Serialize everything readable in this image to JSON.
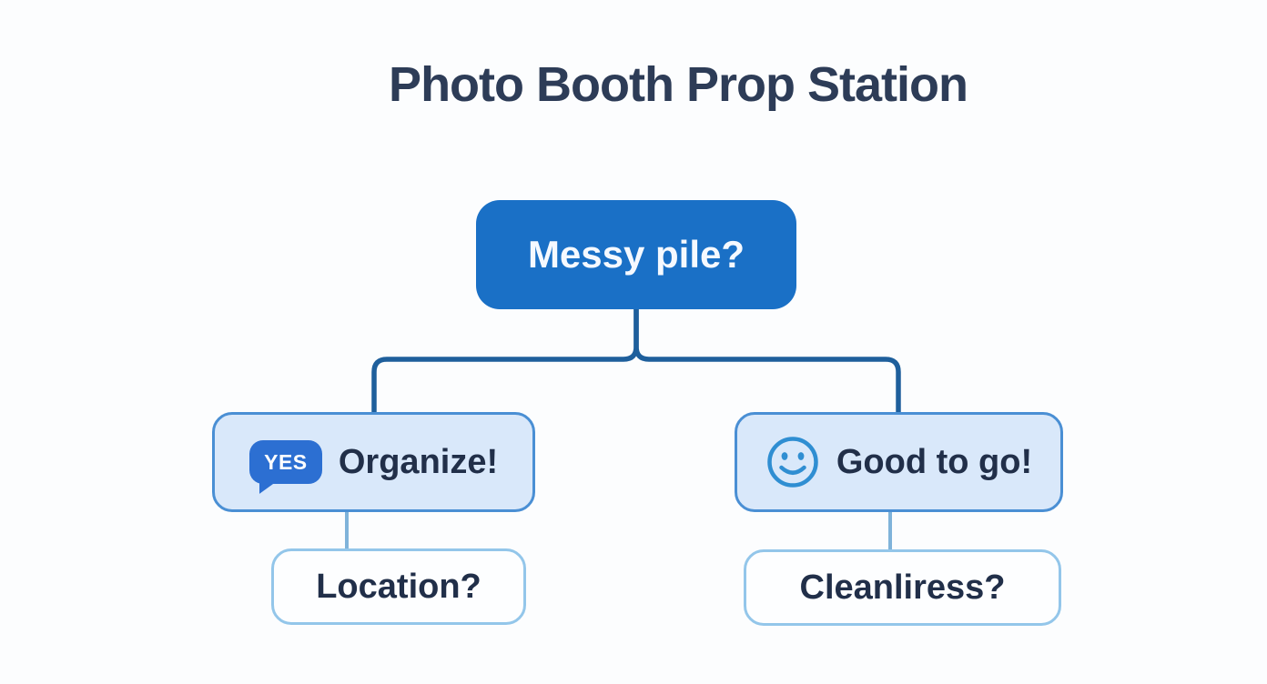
{
  "title": "Photo Booth Prop Station",
  "diagram": {
    "root": {
      "label": "Messy pile?"
    },
    "branches": [
      {
        "id": "yes",
        "icon": "yes-speech-bubble",
        "badge": "YES",
        "label": "Organize!",
        "child": {
          "label": "Location?"
        }
      },
      {
        "id": "no",
        "icon": "smiley-face",
        "label": "Good to go!",
        "child": {
          "label": "Cleanliress?"
        }
      }
    ]
  },
  "colors": {
    "background": "#fcfdfe",
    "title_text": "#2d3c57",
    "node_label_text": "#212f49",
    "root_fill": "#1a70c6",
    "root_text": "#f5f9ff",
    "connector_dark": "#1e5f9c",
    "connector_light": "#7fb3da",
    "branch_fill": "#d9e8fa",
    "branch_border": "#4a8fd4",
    "leaf_fill": "#fdfeff",
    "leaf_border": "#93c6ea",
    "badge_fill": "#2c6fd2",
    "badge_text": "#ffffff",
    "smiley_stroke": "#2f8ed2"
  }
}
